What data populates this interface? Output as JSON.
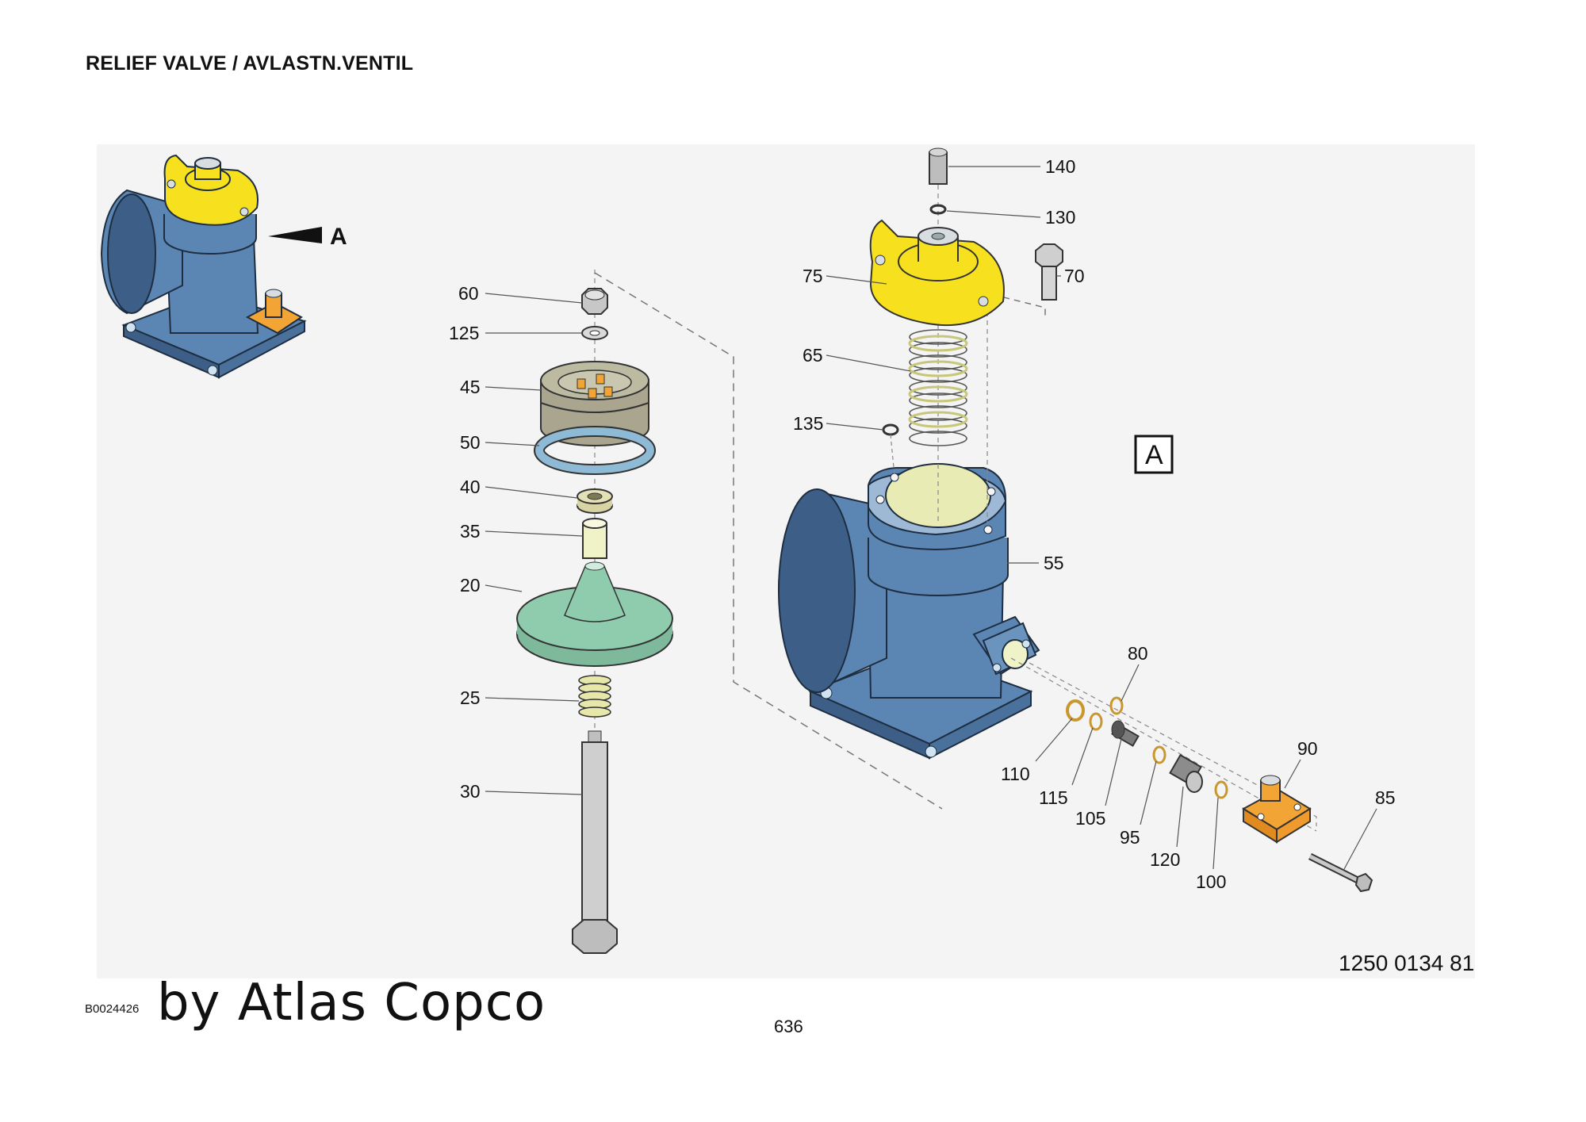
{
  "page": {
    "title": "RELIEF VALVE / AVLASTN.VENTIL",
    "document_number": "1250 0134 81",
    "image_code": "B0024426",
    "watermark": "by Atlas Copco",
    "page_number": "636"
  },
  "diagram": {
    "overview_marker": "A",
    "view_label": "A",
    "part_callouts": [
      "140",
      "130",
      "75",
      "70",
      "65",
      "135",
      "55",
      "60",
      "125",
      "45",
      "50",
      "40",
      "35",
      "20",
      "25",
      "30",
      "80",
      "90",
      "85",
      "110",
      "115",
      "105",
      "95",
      "120",
      "100"
    ]
  },
  "colors": {
    "body_blue": "#5b86b4",
    "body_blue_dark": "#3d5f87",
    "cover_yellow": "#f7e11f",
    "plug_orange": "#f2a534",
    "diaphragm_green": "#8cc8aa",
    "spring_color": "#e6e7a8",
    "background_panel": "#f3f3f3"
  }
}
